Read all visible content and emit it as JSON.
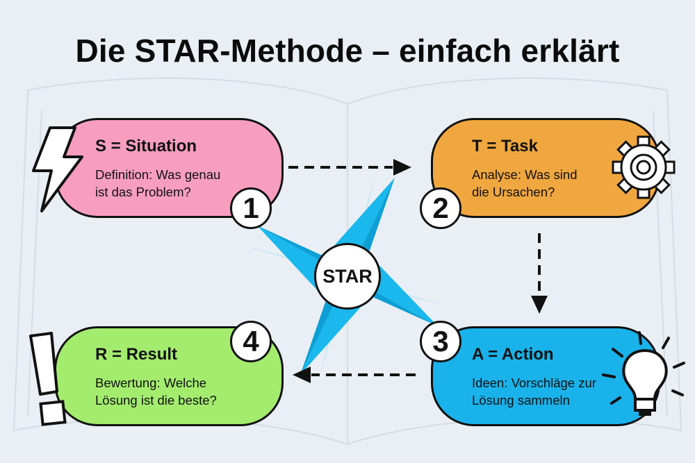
{
  "title": "Die STAR-Methode – einfach erklärt",
  "center_label": "STAR",
  "steps": [
    {
      "number": "1",
      "heading": "S = Situation",
      "line1": "Definition: Was genau",
      "line2": "ist das Problem?",
      "color": "#f79ebf",
      "icon": "lightning-icon"
    },
    {
      "number": "2",
      "heading": "T = Task",
      "line1": "Analyse: Was sind",
      "line2": "die Ursachen?",
      "color": "#f0a73f",
      "icon": "gear-icon"
    },
    {
      "number": "3",
      "heading": "A = Action",
      "line1": "Ideen: Vorschläge zur",
      "line2": "Lösung sammeln",
      "color": "#19b2ea",
      "icon": "lightbulb-icon"
    },
    {
      "number": "4",
      "heading": "R = Result",
      "line1": "Bewertung: Welche",
      "line2": "Lösung ist die beste?",
      "color": "#a4ec6e",
      "icon": "exclamation-icon"
    }
  ],
  "star_color": "#1ab8ec"
}
